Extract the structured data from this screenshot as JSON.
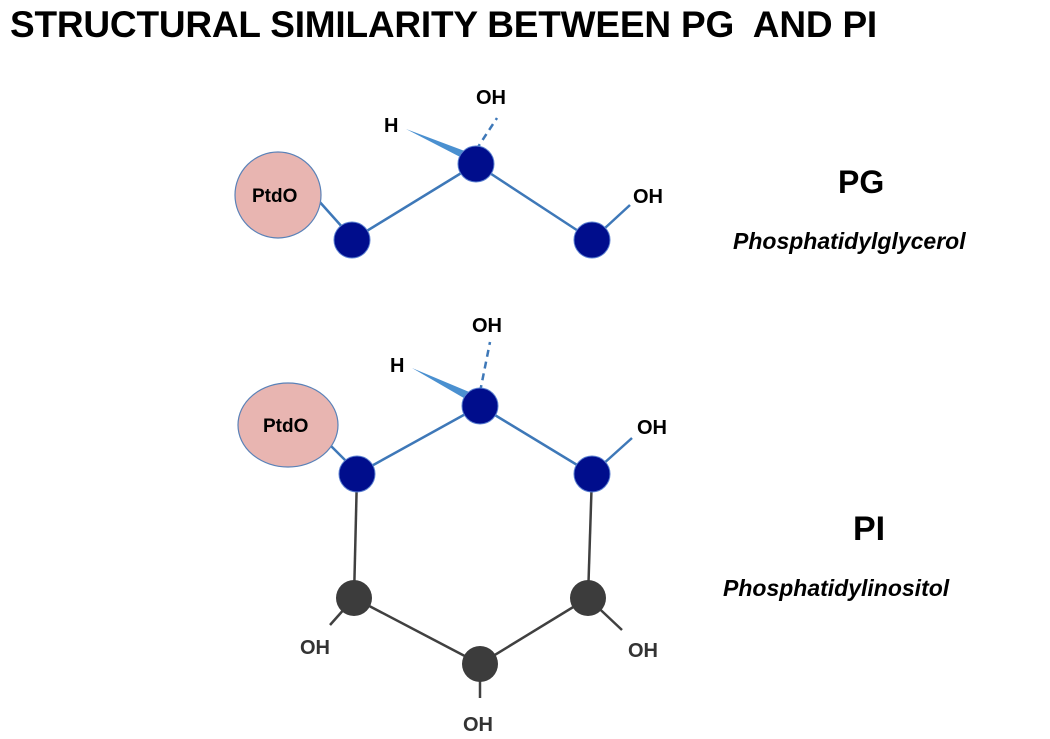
{
  "title": "STRUCTURAL SIMILARITY BETWEEN PG  AND PI",
  "colors": {
    "glycerol_atom": "#000d8c",
    "glycerol_bond": "#3e78b8",
    "ring_atom": "#3c3c3c",
    "ring_bond": "#404040",
    "ptdo_fill": "#e8b5b1",
    "ptdo_stroke": "#5a82b8",
    "wedge": "#4a90d0"
  },
  "pg": {
    "abbrev": "PG",
    "name": "Phosphatidylglycerol",
    "ptdo": "PtdO",
    "hydrogen": "H",
    "oh_top": "OH",
    "oh_right": "OH"
  },
  "pi": {
    "abbrev": "PI",
    "name": "Phosphatidylinositol",
    "ptdo": "PtdO",
    "hydrogen": "H",
    "oh_top": "OH",
    "oh_right": "OH",
    "oh_ring_left": "OH",
    "oh_ring_bottom": "OH",
    "oh_ring_right": "OH"
  }
}
